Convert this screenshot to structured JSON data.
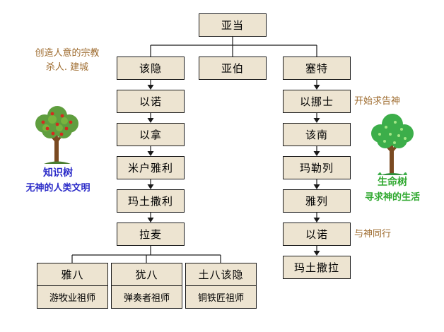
{
  "root": {
    "label": "亚当"
  },
  "left_branch": {
    "head": "该隐",
    "descendants": [
      "以诺",
      "以拿",
      "米户雅利",
      "玛土撒利",
      "拉麦"
    ],
    "children": [
      {
        "name": "雅八",
        "title": "游牧业祖师"
      },
      {
        "name": "犹八",
        "title": "弹奏者祖师"
      },
      {
        "name": "土八该隐",
        "title": "铜铁匠祖师"
      }
    ],
    "note_line1": "创造人意的宗教",
    "note_line2": "杀人. 建城",
    "tree_label": "知识树",
    "tree_caption": "无神的人类文明"
  },
  "middle_branch": {
    "head": "亚伯"
  },
  "right_branch": {
    "head": "塞特",
    "descendants": [
      "以挪士",
      "该南",
      "玛勒列",
      "雅列",
      "以诺",
      "玛土撒拉"
    ],
    "enosh_note": "开始求告神",
    "enoch_note": "与神同行",
    "tree_label": "生命树",
    "tree_caption": "寻求神的生活"
  },
  "colors": {
    "box_fill": "#EDE4D1",
    "box_border": "#1a1a1a",
    "annotation_brown": "#9E6B2E",
    "knowledge_blue": "#2A2AC8",
    "life_green": "#2EA82E"
  }
}
